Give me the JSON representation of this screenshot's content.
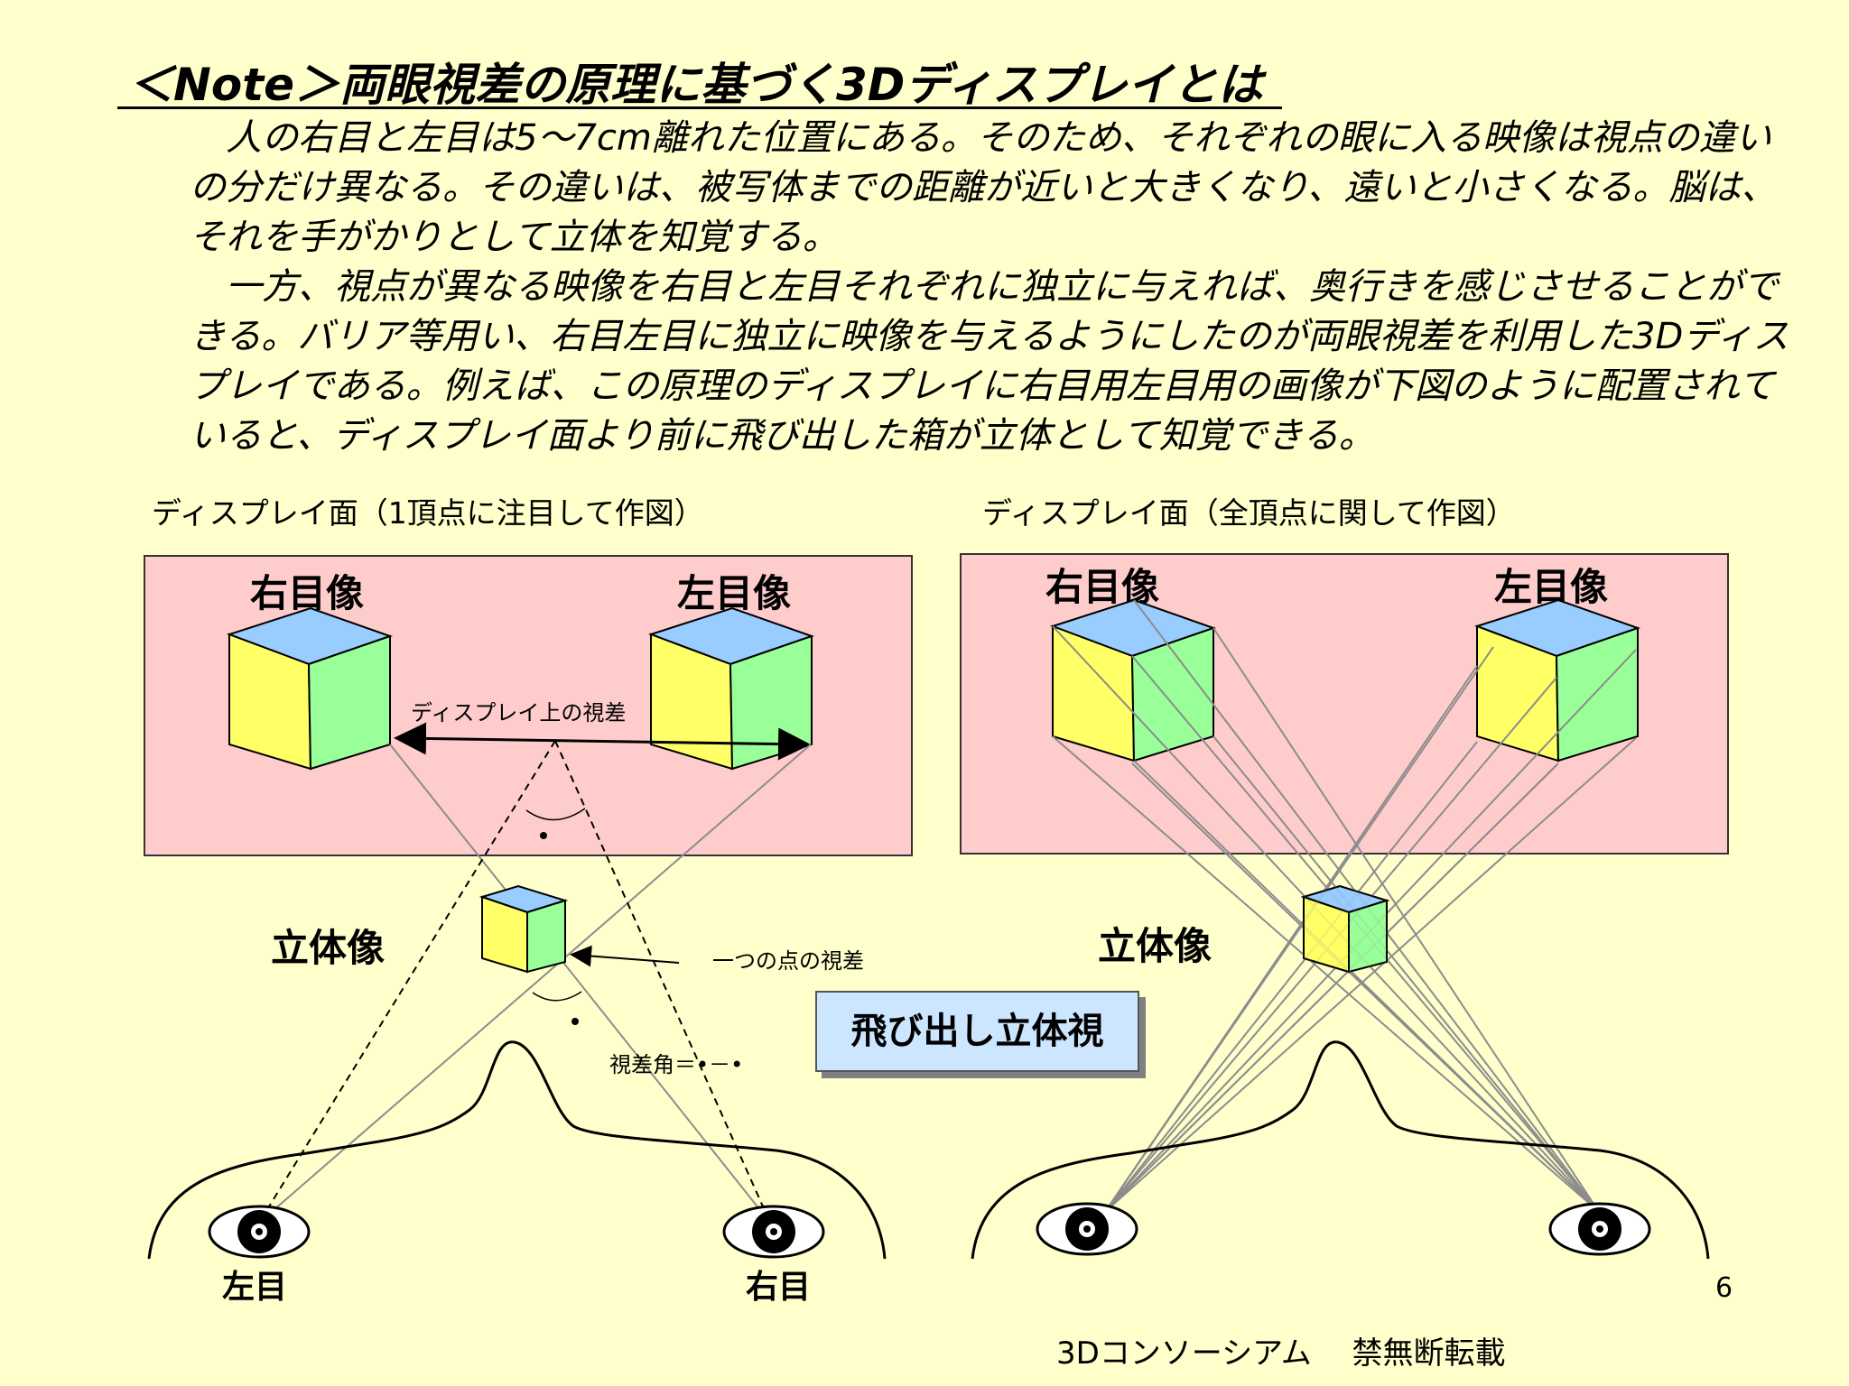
{
  "title": "＜Note＞両眼視差の原理に基づく3Dディスプレイとは",
  "paragraphs": [
    "人の右目と左目は5～7cm離れた位置にある。そのため、それぞれの眼に入る映像は視点の違いの分だけ異なる。その違いは、被写体までの距離が近いと大きくなり、遠いと小さくなる。脳は、それを手がかりとして立体を知覚する。",
    "一方、視点が異なる映像を右目と左目それぞれに独立に与えれば、奥行きを感じさせることができる。バリア等用い、右目左目に独立に映像を与えるようにしたのが両眼視差を利用した3Dディスプレイである。例えば、この原理のディスプレイに右目用左目用の画像が下図のように配置されていると、ディスプレイ面より前に飛び出した箱が立体として知覚できる。"
  ],
  "left_diagram": {
    "caption": "ディスプレイ面（1頂点に注目して作図）",
    "right_image_label": "右目像",
    "left_image_label": "左目像",
    "display_parallax_label": "ディスプレイ上の視差",
    "stereo_label": "立体像",
    "point_parallax_label": "一つの点の視差",
    "parallax_angle_label": "視差角＝•－•",
    "left_eye_label": "左目",
    "right_eye_label": "右目"
  },
  "right_diagram": {
    "caption": "ディスプレイ面（全頂点に関して作図）",
    "right_image_label": "右目像",
    "left_image_label": "左目像",
    "stereo_label": "立体像"
  },
  "callout": "飛び出し立体視",
  "page_number": "6",
  "footer": "3Dコンソーシアム　 禁無断転載",
  "colors": {
    "background": "#FFFFCC",
    "display_panel": "#FFCCCC",
    "cube_top": "#99CCFF",
    "cube_left": "#FFFF66",
    "cube_right": "#99FF99",
    "callout_fill": "#CCE6FF",
    "sight_line": "#8C8C8C"
  }
}
